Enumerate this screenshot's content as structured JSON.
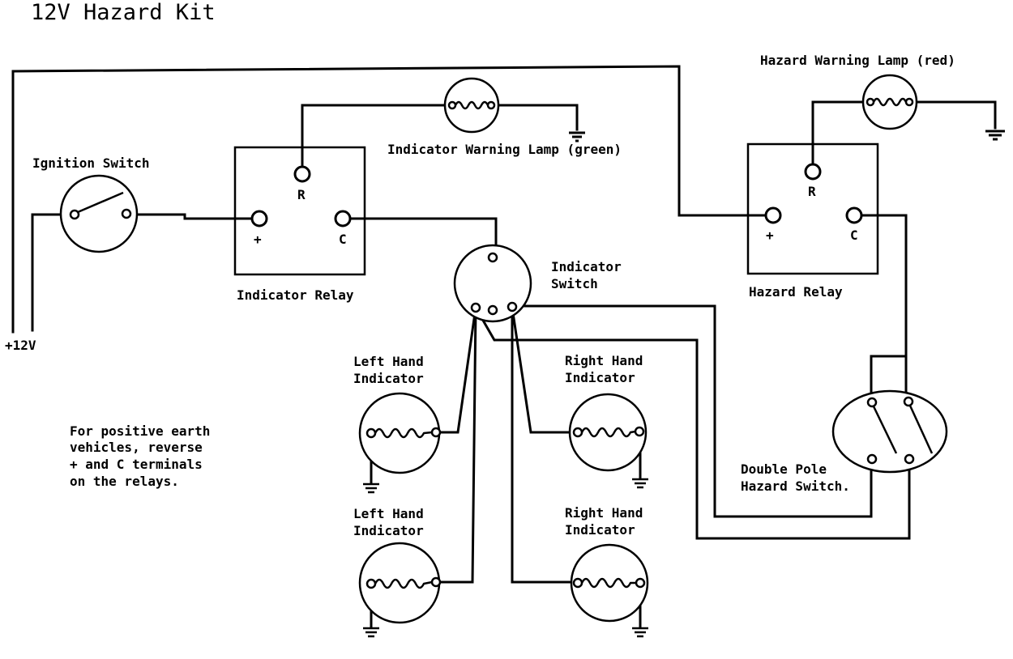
{
  "title": "12V Hazard Kit",
  "labels": {
    "ignition_switch": "Ignition Switch",
    "supply": "+12V",
    "indicator_relay": "Indicator Relay",
    "hazard_relay": "Hazard Relay",
    "indicator_warning_lamp": "Indicator Warning Lamp (green)",
    "hazard_warning_lamp": "Hazard Warning Lamp (red)",
    "indicator_switch_line1": "Indicator",
    "indicator_switch_line2": "Switch",
    "left_hand_1": "Left Hand",
    "indicator_1": "Indicator",
    "left_hand_2": "Left Hand",
    "indicator_2": "Indicator",
    "right_hand_1": "Right Hand",
    "indicator_3": "Indicator",
    "right_hand_2": "Right Hand",
    "indicator_4": "Indicator",
    "hazard_switch_line1": "Double Pole",
    "hazard_switch_line2": "Hazard Switch.",
    "terminal_r": "R",
    "terminal_plus": "+",
    "terminal_c": "C"
  },
  "note": {
    "line1": "For positive earth",
    "line2": "vehicles, reverse",
    "line3": "+ and C terminals",
    "line4": "on the relays."
  }
}
